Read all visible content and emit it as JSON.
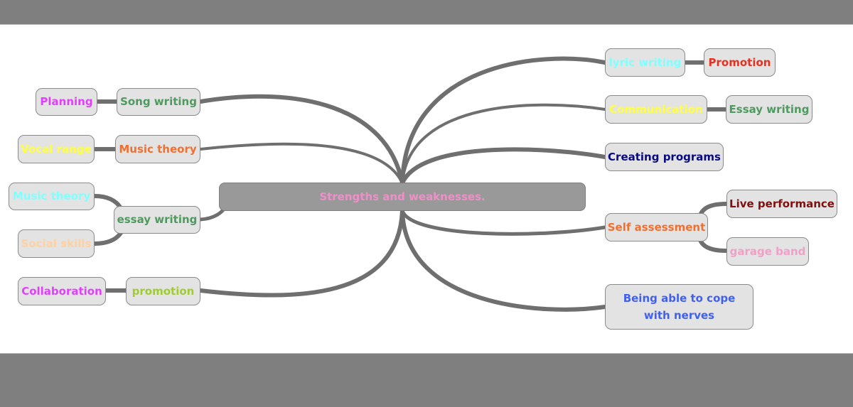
{
  "root": {
    "label": "Strengths and weaknesses.",
    "color": "#ee90c8"
  },
  "left_branches": [
    {
      "label": "Song writing",
      "color": "#4e9a5f",
      "children": [
        {
          "label": "Planning",
          "color": "#e040fb"
        }
      ]
    },
    {
      "label": "Music theory",
      "color": "#f07030",
      "children": [
        {
          "label": "Vocal range",
          "color": "#ffff40"
        }
      ]
    },
    {
      "label": "essay writing",
      "color": "#4e9a5f",
      "children": [
        {
          "label": "Music theory",
          "color": "#80ffff"
        },
        {
          "label": "Social skills",
          "color": "#ffd0a0"
        }
      ]
    },
    {
      "label": "promotion",
      "color": "#a0cc30",
      "children": [
        {
          "label": "Collaboration",
          "color": "#e040fb"
        }
      ]
    }
  ],
  "right_branches": [
    {
      "label": "lyric writing",
      "color": "#80ffff",
      "children": [
        {
          "label": "Promotion",
          "color": "#e83020"
        }
      ]
    },
    {
      "label": "Communication",
      "color": "#ffff40",
      "children": [
        {
          "label": "Essay writing",
          "color": "#4e9a5f"
        }
      ]
    },
    {
      "label": "Creating programs",
      "color": "#0a0a80",
      "children": []
    },
    {
      "label": "Self assessment",
      "color": "#f07030",
      "children": [
        {
          "label": "Live performance",
          "color": "#801010"
        },
        {
          "label": "garage band",
          "color": "#f0a0c8"
        }
      ]
    },
    {
      "label": "Being able to cope with nerves",
      "color": "#4060f0",
      "children": []
    }
  ],
  "colors": {
    "top_bar": "#7f7f7f",
    "bottom_bar": "#7f7f7f",
    "canvas": "#ffffff",
    "connector": "#6f6f6f",
    "node_fill": "#e3e3e3",
    "root_fill": "#999999"
  }
}
